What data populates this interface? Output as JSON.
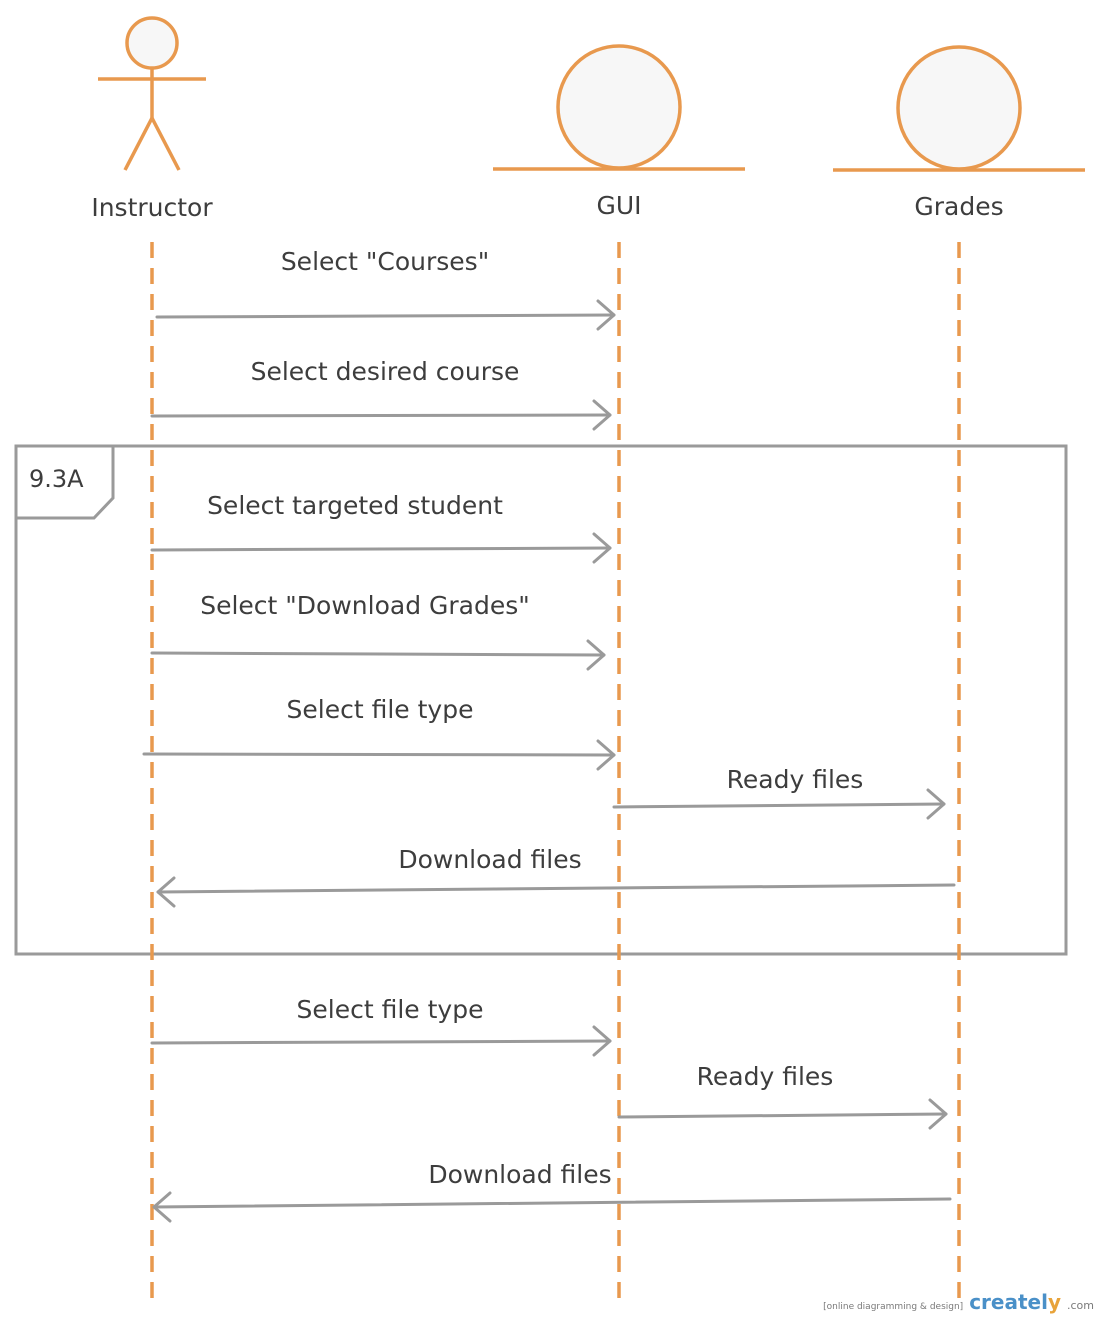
{
  "participants": {
    "instructor": "Instructor",
    "gui": "GUI",
    "grades": "Grades"
  },
  "frame": {
    "label": "9.3A"
  },
  "messages": [
    {
      "label": "Select \"Courses\"",
      "from": "instructor",
      "to": "gui"
    },
    {
      "label": "Select desired course",
      "from": "instructor",
      "to": "gui"
    },
    {
      "label": "Select targeted student",
      "from": "instructor",
      "to": "gui"
    },
    {
      "label": "Select \"Download Grades\"",
      "from": "instructor",
      "to": "gui"
    },
    {
      "label": "Select file type",
      "from": "instructor",
      "to": "gui"
    },
    {
      "label": "Ready files",
      "from": "gui",
      "to": "grades"
    },
    {
      "label": "Download files",
      "from": "grades",
      "to": "instructor"
    },
    {
      "label": "Select file type",
      "from": "instructor",
      "to": "gui"
    },
    {
      "label": "Ready files",
      "from": "gui",
      "to": "grades"
    },
    {
      "label": "Download files",
      "from": "grades",
      "to": "instructor"
    }
  ],
  "watermark": {
    "tagline": "[online diagramming & design]",
    "brand_main": "createl",
    "brand_y": "y",
    "brand_suffix": ".com"
  },
  "colors": {
    "lifeline": "#e8994e",
    "arrow": "#9a9a9a",
    "frame": "#9a9a9a",
    "participant_fill": "#f7f7f7"
  }
}
